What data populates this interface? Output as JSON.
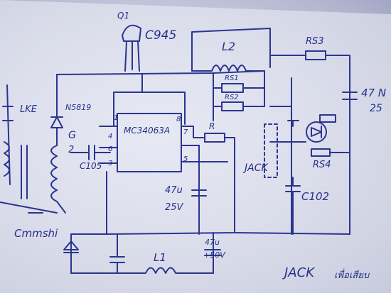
{
  "diagram": {
    "labels": {
      "q1": "Q1",
      "q1_part": "C945",
      "l2": "L2",
      "rs3": "RS3",
      "cap_47": "47 N",
      "cap_47_rating": "25",
      "diode": "N5819",
      "g_pin": "G",
      "pin_2": "2",
      "cap_c105": "C105",
      "ic": "MC34063A",
      "pin_1": "1",
      "pin_4": "4",
      "pin_6": "6",
      "pin_3": "3",
      "pin_8": "8",
      "pin_7": "7",
      "rs1": "RS1",
      "rs2": "RS2",
      "r": "R",
      "pin_5": "5",
      "rs4": "RS4",
      "jack": "JACK",
      "cap_c102": "C102",
      "cap_47u": "47u",
      "cap_47u_v": "25V",
      "l1": "L1",
      "cap_out": "47u",
      "cap_out_v": "+50V",
      "left_label": "LKE",
      "bottom_left": "Cmmshi",
      "bottom_jack": "JACK",
      "bottom_jack_note": "เพื่อเสียบ"
    }
  }
}
